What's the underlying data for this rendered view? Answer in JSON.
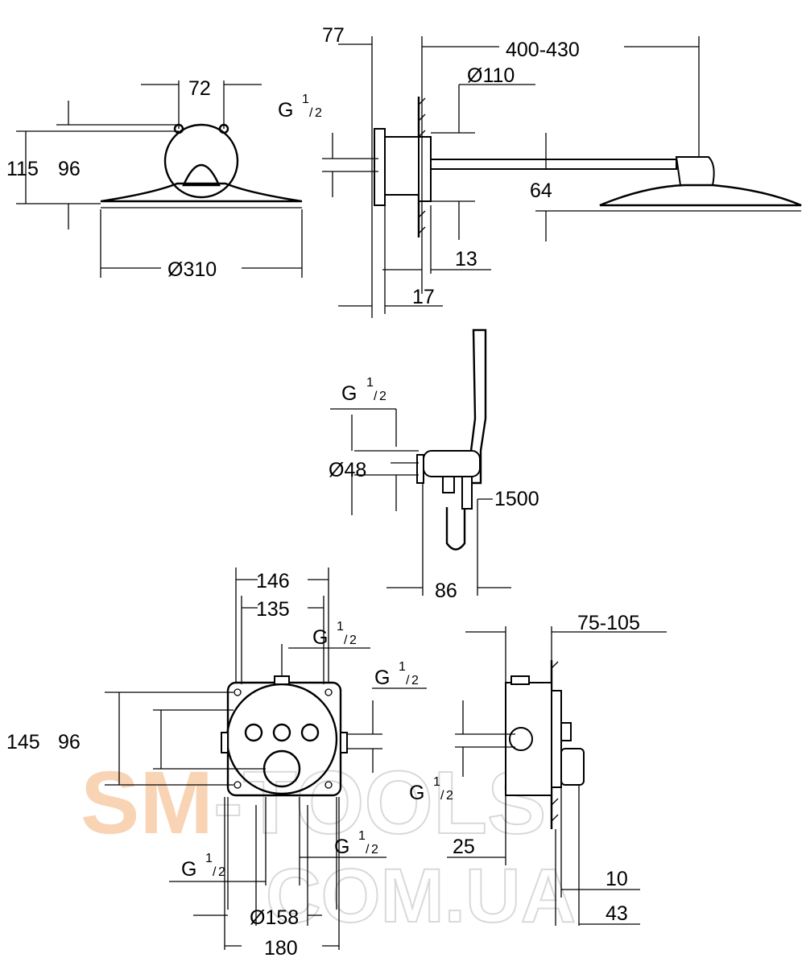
{
  "drawing": {
    "shower_head_front": {
      "width_72": "72",
      "height_115": "115",
      "height_96": "96",
      "diameter": "Ø310"
    },
    "side_view": {
      "dim_77": "77",
      "dim_400_430": "400-430",
      "diameter_110": "Ø110",
      "dim_64": "64",
      "dim_13": "13",
      "dim_17": "17"
    },
    "hand_shower": {
      "diameter_48": "Ø48",
      "hose_1500": "1500",
      "dim_86": "86"
    },
    "thermostat_front": {
      "dim_146": "146",
      "dim_135": "135",
      "dim_145": "145",
      "dim_96": "96",
      "diameter_158": "Ø158",
      "dim_180": "180"
    },
    "thermostat_side": {
      "dim_75_105": "75-105",
      "dim_25": "25",
      "dim_10": "10",
      "dim_43": "43"
    },
    "thread": {
      "letter": "G",
      "num": "1",
      "den": "2"
    }
  },
  "watermark": {
    "line1_a": "SM",
    "line1_b": "-TOOLS",
    "line2": "COM.UA"
  }
}
